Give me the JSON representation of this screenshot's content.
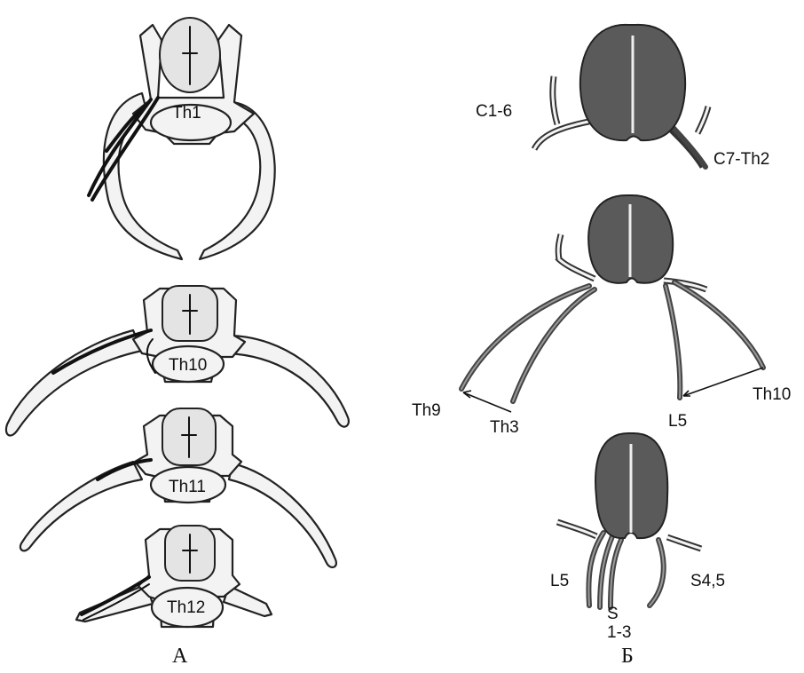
{
  "panel_a": {
    "caption": "А",
    "labels": {
      "th1": "Th1",
      "th10": "Th10",
      "th11": "Th11",
      "th12": "Th12"
    }
  },
  "panel_b": {
    "caption": "Б",
    "cervical": {
      "left": "C1-6",
      "right": "C7-Th2"
    },
    "thoracic": {
      "th9": "Th9",
      "th3": "Th3",
      "l5": "L5",
      "th10": "Th10"
    },
    "sacral": {
      "l5": "L5",
      "s": "S",
      "s_range": "1-3",
      "s45": "S4,5"
    }
  }
}
